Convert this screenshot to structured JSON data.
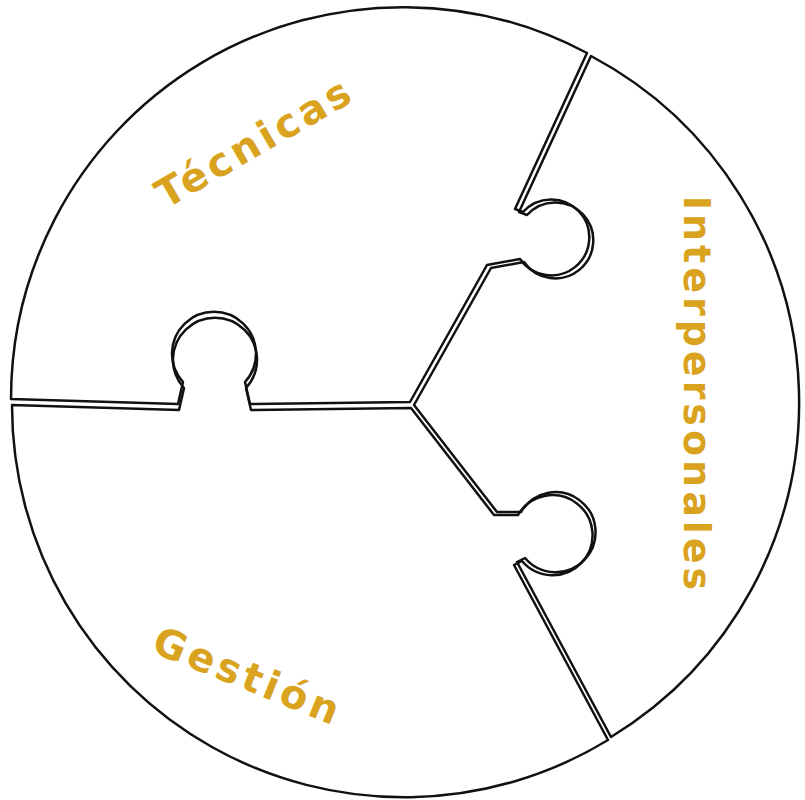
{
  "diagram": {
    "nodes": [
      {
        "text": [
          "Técnicas"
        ]
      },
      {
        "text": [
          "Interpersonales"
        ]
      },
      {
        "text": [
          "Gestión"
        ]
      }
    ]
  }
}
